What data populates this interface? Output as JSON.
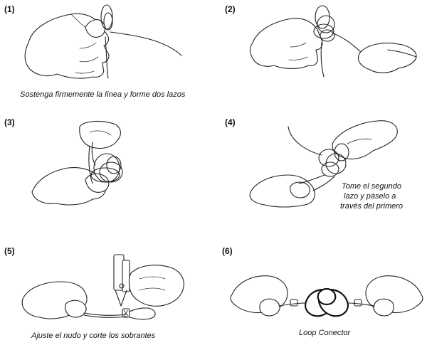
{
  "steps": [
    {
      "number": "(1)",
      "caption": "Sostenga firmemente la línea y forme dos lazos"
    },
    {
      "number": "(2)",
      "caption": ""
    },
    {
      "number": "(3)",
      "caption": ""
    },
    {
      "number": "(4)",
      "caption_lines": [
        "Tome  el segundo",
        "lazo  y  páselo  a",
        "través del primero"
      ]
    },
    {
      "number": "(5)",
      "caption": "Ajuste el nudo y corte los sobrantes"
    },
    {
      "number": "(6)",
      "caption": "Loop Conector"
    }
  ]
}
